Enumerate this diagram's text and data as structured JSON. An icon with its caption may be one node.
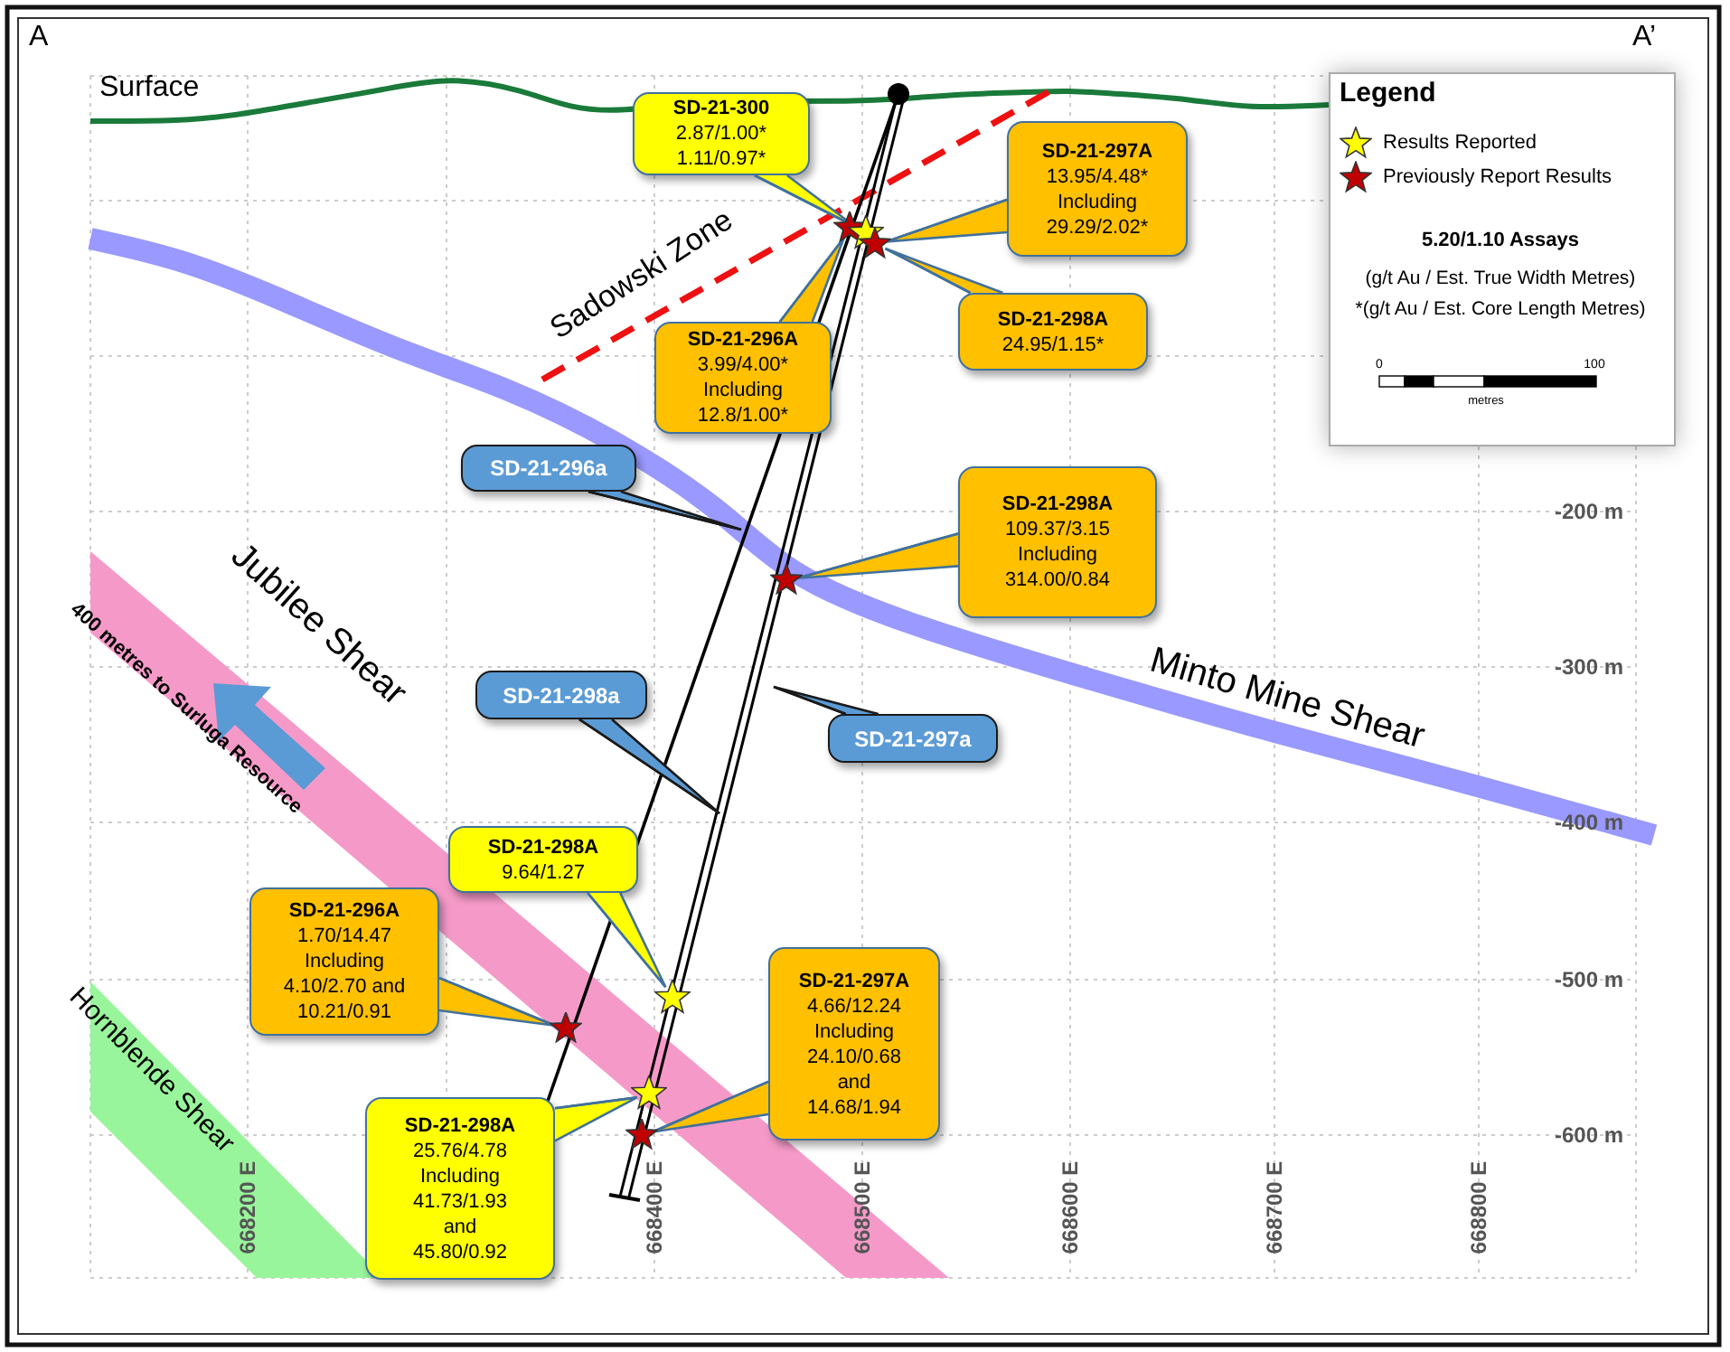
{
  "diagram": {
    "nodes": [
      {
        "text": [
          "SD-21-300",
          "2.87/1.00* 1.11/0.97*"
        ]
      },
      {
        "text": [
          "SD-21-297A",
          "13.95/4.48* Including 29.29/2.02*"
        ]
      },
      {
        "text": [
          "SD-21-298A",
          "24.95/1.15*"
        ]
      },
      {
        "text": [
          "SD-21-296A",
          "3.99/4.00* Including 12.8/1.00*"
        ]
      },
      {
        "text": [
          "SD-21-296a"
        ]
      },
      {
        "text": [
          "SD-21-298A",
          "109.37/3.15 Including 314.00/0.84"
        ]
      },
      {
        "text": [
          "SD-21-298a"
        ]
      },
      {
        "text": [
          "SD-21-297a"
        ]
      },
      {
        "text": [
          "SD-21-298A",
          "9.64/1.27"
        ]
      },
      {
        "text": [
          "SD-21-296A",
          "1.70/14.47 Including 4.10/2.70 and 10.21/0.91"
        ]
      },
      {
        "text": [
          "SD-21-297A",
          "4.66/12.24 Including 24.10/0.68 and 14.68/1.94"
        ]
      },
      {
        "text": [
          "SD-21-298A",
          "25.76/4.78 Including 41.73/1.93 and 45.80/0.92"
        ]
      },
      {
        "text": [],
        "shape": "star"
      },
      {
        "text": [],
        "shape": "star"
      },
      {
        "text": [],
        "shape": "star"
      },
      {
        "text": [],
        "shape": "star"
      },
      {
        "text": [],
        "shape": "star"
      },
      {
        "text": [],
        "shape": "star"
      },
      {
        "text": [],
        "shape": "star"
      },
      {
        "text": [],
        "shape": "star"
      }
    ],
    "edges": [
      {
        "from": 0,
        "to": 13,
        "arrow": "none"
      },
      {
        "from": 1,
        "to": 14,
        "arrow": "none"
      },
      {
        "from": 2,
        "to": 14,
        "arrow": "none"
      },
      {
        "from": 3,
        "to": 12,
        "arrow": "none"
      },
      {
        "from": 4,
        "to": null,
        "arrow": "none",
        "color": "#1a1a1a"
      },
      {
        "from": 5,
        "to": 15,
        "arrow": "none"
      },
      {
        "from": 6,
        "to": null,
        "arrow": "none",
        "color": "#1a1a1a"
      },
      {
        "from": 7,
        "to": null,
        "arrow": "none",
        "color": "#1a1a1a"
      },
      {
        "from": 8,
        "to": 16,
        "arrow": "none"
      },
      {
        "from": 9,
        "to": 17,
        "arrow": "none"
      },
      {
        "from": 10,
        "to": 19,
        "arrow": "none"
      },
      {
        "from": 11,
        "to": 18,
        "arrow": "none"
      }
    ],
    "labels": [
      "A",
      "A’",
      "Surface",
      "Sadowski Zone",
      "Legend",
      "5.20/1.10 Assays",
      "(g/t Au / Est. True Width Metres)",
      "*(g/t Au / Est. Core Length Metres)",
      "0",
      "100",
      "metres",
      "-200 m",
      "-300 m",
      "-400 m",
      "-500 m",
      "-600 m",
      "Minto Mine Shear",
      "Jubilee Shear",
      "400 metres to Surluga Resource",
      "Hornblende Shear",
      "668200 E",
      "668400 E",
      "668500 E",
      "668600 E",
      "668700 E",
      "668800 E"
    ],
    "legend": [
      {
        "text": "Results Reported"
      },
      {
        "text": "Previously Report Results"
      }
    ]
  }
}
